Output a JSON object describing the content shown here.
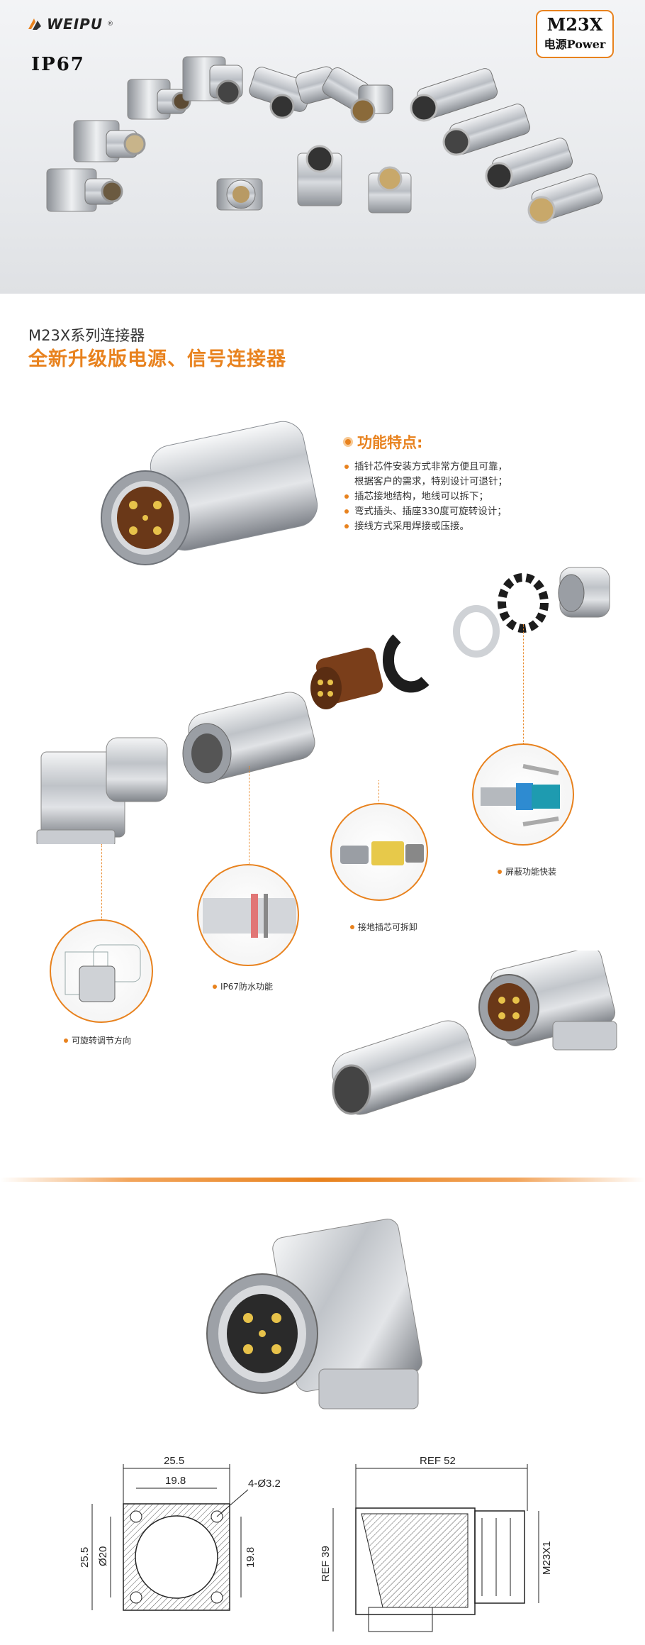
{
  "brand": {
    "name": "WEIPU",
    "registered": "®"
  },
  "hero": {
    "rating": "IP67"
  },
  "badge": {
    "model": "M23X",
    "subtitle": "电源Power"
  },
  "section": {
    "series_title": "M23X系列连接器",
    "series_subtitle": "全新升级版电源、信号连接器"
  },
  "features": {
    "title": "功能特点:",
    "items": [
      "插针芯件安装方式非常方便且可靠，",
      "根据客户的需求，特别设计可退针；",
      "插芯接地结构，地线可以拆下；",
      "弯式插头、插座330度可旋转设计；",
      "接线方式采用焊接或压接。"
    ]
  },
  "callouts": {
    "shield": "屏蔽功能快装",
    "ground": "接地插芯可拆卸",
    "waterproof": "IP67防水功能",
    "rotate": "可旋转调节方向"
  },
  "drawing": {
    "flange_width": "25.5",
    "inner_width": "19.8",
    "holes": "4-Ø3.2",
    "flange_height": "25.5",
    "bore": "Ø20",
    "inner_height": "19.8",
    "ref_length": "REF 52",
    "ref_height": "REF 39",
    "thread": "M23X1"
  },
  "colors": {
    "accent": "#e8821e",
    "metal": "#c9ccd1",
    "insert": "#7a3e1a"
  }
}
